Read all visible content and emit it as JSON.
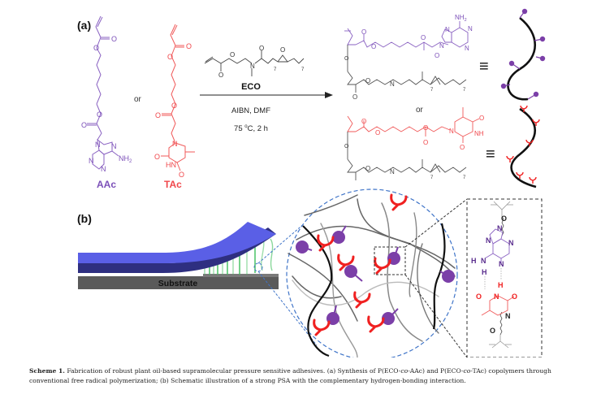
{
  "figure": {
    "panel_a_label": "(a)",
    "panel_b_label": "(b)",
    "monomer_1": {
      "name": "AAc",
      "color": "#7B4FB8",
      "atoms": {
        "o1": "O",
        "o2": "O",
        "o3": "O",
        "o4": "O",
        "n1": "N",
        "n2": "N",
        "n3": "N",
        "n4": "N",
        "nh2": "NH",
        "nh2_sub": "2"
      }
    },
    "or_1": "or",
    "monomer_2": {
      "name": "TAc",
      "color": "#F0474B",
      "atoms": {
        "o1": "O",
        "o2": "O",
        "o3": "O",
        "o4": "O",
        "o5": "O",
        "o6": "O",
        "n1": "N",
        "hn": "HN"
      }
    },
    "reagent": {
      "name": "ECO",
      "conditions_1": "AIBN, DMF",
      "conditions_2_value": "75 ",
      "conditions_2_sup": "o",
      "conditions_2_rest": "C, 2 h",
      "atoms": {
        "o1": "O",
        "o2": "O",
        "o3": "O",
        "o4": "O",
        "n": "N",
        "sub7a": "7",
        "sub7b": "7"
      }
    },
    "product_or": "or",
    "product_1": {
      "atoms": {
        "nh2": "NH",
        "nh2_sub": "2",
        "n1": "N",
        "n2": "N",
        "n3": "N",
        "n4": "N",
        "o1": "O",
        "o2": "O",
        "o3": "O",
        "o4": "O",
        "o5": "O",
        "o6": "O",
        "o7": "O",
        "n5": "N",
        "sub7a": "7",
        "sub7b": "7"
      },
      "equiv": "≡"
    },
    "product_2": {
      "atoms": {
        "n1": "N",
        "nh": "NH",
        "o1": "O",
        "o2": "O",
        "o3": "O",
        "o4": "O",
        "o5": "O",
        "o6": "O",
        "o7": "O",
        "o8": "O",
        "n5": "N",
        "sub7a": "7",
        "sub7b": "7"
      },
      "equiv": "≡"
    },
    "substrate_label": "Substrate",
    "hbond_panel": {
      "h1": "H",
      "n_h": "N",
      "h2": "H",
      "h3": "H",
      "o_top": "O",
      "o_bot": "O",
      "o_t1": "O",
      "o_t2": "O",
      "n_t1": "N",
      "n_t2": "N",
      "n_a1": "N",
      "n_a2": "N",
      "n_a3": "N",
      "n_a4": "N"
    },
    "colors": {
      "adenine": "#7B3FA8",
      "thymine": "#F02020",
      "tape_light": "#5A5FE6",
      "tape_dark": "#2E2F80",
      "substrate": "#5A5A5A",
      "fibril": "#3DBE5A",
      "zoom_circle": "#3F74C8"
    }
  },
  "caption": {
    "label": "Scheme 1.",
    "text_1": " Fabrication of robust plant oil-based supramolecular pressure sensitive adhesives. (a) Synthesis of P(ECO-",
    "co_1": "co",
    "text_2": "-AAc) and P(ECO-",
    "co_2": "co",
    "text_3": "-TAc) copolymers through conventional free radical polymerization; (b) Schematic illustration of a strong PSA with the complementary hydrogen-bonding interaction."
  }
}
